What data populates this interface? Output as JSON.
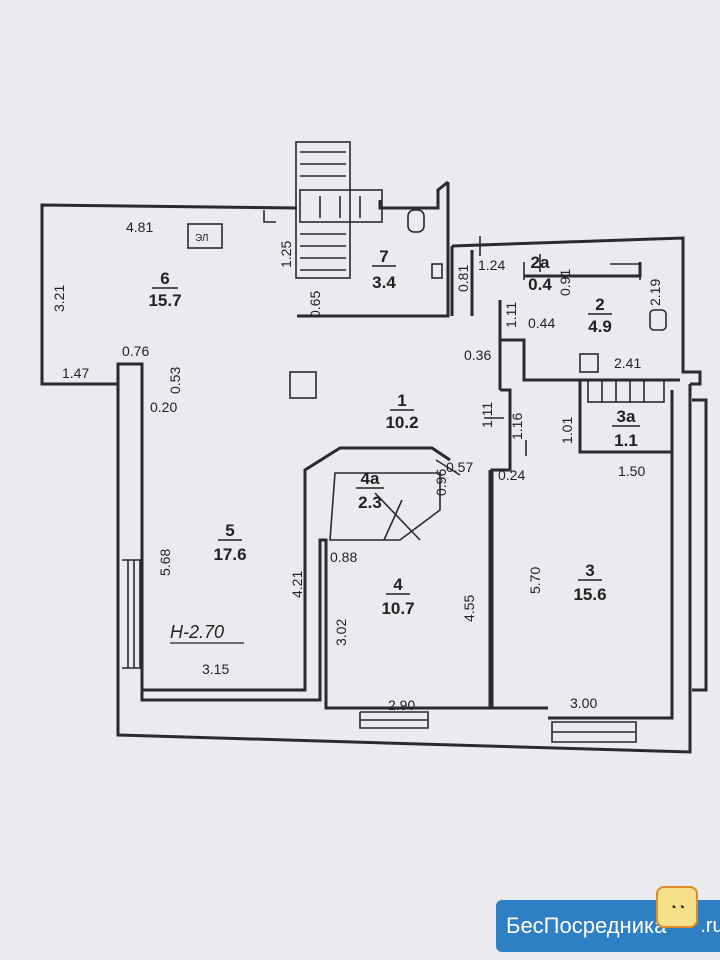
{
  "height_note": "H-2.70",
  "elevator_label": "ЭЛ",
  "rooms": [
    {
      "id": "room-1",
      "number": "1",
      "area": "10.2"
    },
    {
      "id": "room-2",
      "number": "2",
      "area": "4.9"
    },
    {
      "id": "room-2a",
      "number": "2а",
      "area": "0.4"
    },
    {
      "id": "room-3",
      "number": "3",
      "area": "15.6"
    },
    {
      "id": "room-3a",
      "number": "3а",
      "area": "1.1"
    },
    {
      "id": "room-4",
      "number": "4",
      "area": "10.7"
    },
    {
      "id": "room-4a",
      "number": "4а",
      "area": "2.3"
    },
    {
      "id": "room-5",
      "number": "5",
      "area": "17.6"
    },
    {
      "id": "room-6",
      "number": "6",
      "area": "15.7"
    },
    {
      "id": "room-7",
      "number": "7",
      "area": "3.4"
    }
  ],
  "dimensions": [
    "4.81",
    "1.25",
    "3.21",
    "1.47",
    "0.76",
    "0.53",
    "0.20",
    "0.65",
    "0.81",
    "1.24",
    "0.91",
    "2.19",
    "1.11",
    "0.44",
    "0.36",
    "2.41",
    "1.11",
    "1.16",
    "1.01",
    "1.50",
    "0.57",
    "0.96",
    "0.24",
    "5.68",
    "4.21",
    "0.88",
    "3.02",
    "4.55",
    "5.70",
    "3.15",
    "2.90",
    "3.00"
  ],
  "watermark": {
    "text": "БесПосредника",
    "suffix": ".ru"
  }
}
